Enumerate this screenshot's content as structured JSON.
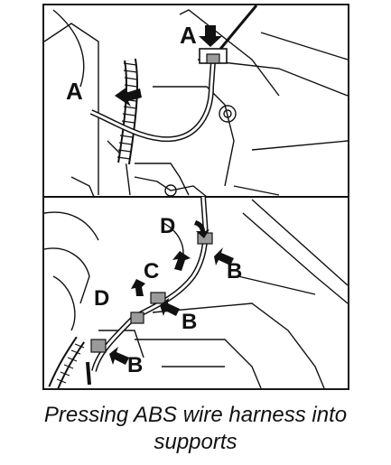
{
  "callouts": {
    "a_top": "A",
    "a_left": "A",
    "d_upper": "D",
    "c": "C",
    "b_upper": "B",
    "d_lower": "D",
    "b_middle": "B",
    "b_lower": "B"
  },
  "caption": {
    "line1": "Pressing ABS wire harness into",
    "line2": "supports"
  },
  "colors": {
    "ink": "#111111",
    "background": "#ffffff",
    "clip_fill": "#9a9a9a"
  }
}
